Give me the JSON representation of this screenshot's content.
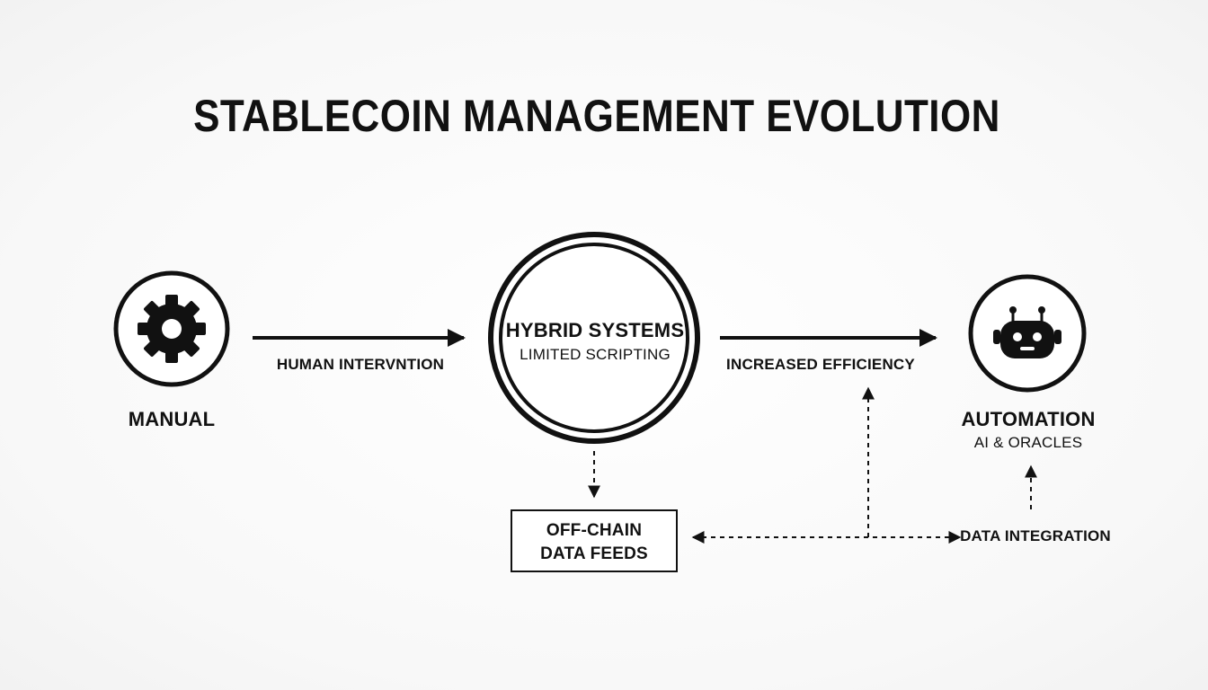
{
  "title": "STABLECOIN MANAGEMENT EVOLUTION",
  "nodes": {
    "manual": {
      "label": "MANUAL",
      "icon": "gear-icon"
    },
    "hybrid": {
      "label": "HYBRID SYSTEMS",
      "sublabel": "LIMITED SCRIPTING"
    },
    "automation": {
      "label": "AUTOMATION",
      "sublabel": "AI & ORACLES",
      "icon": "robot-icon"
    },
    "offchain": {
      "line1": "OFF-CHAIN",
      "line2": "DATA FEEDS"
    }
  },
  "edges": {
    "manual_to_hybrid": "HUMAN INTERVNTION",
    "hybrid_to_automation": "INCREASED EFFICIENCY",
    "data_integration": "DATA INTEGRATION"
  },
  "colors": {
    "stroke": "#111111",
    "background": "#fafafa"
  }
}
